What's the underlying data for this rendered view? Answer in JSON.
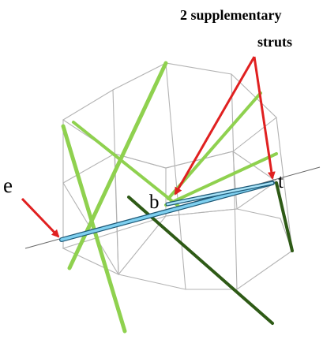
{
  "annotation": {
    "line1": "2  supplementary",
    "line2": "struts"
  },
  "point_labels": {
    "e": "e",
    "b": "b",
    "t": "t"
  },
  "colors": {
    "frame": "#b3b3b3",
    "light_strut": "#8fd14f",
    "dark_strut": "#2e5a16",
    "axis_strut": "#7fd0f0",
    "axis_line": "#666666",
    "arrow": "#e02020",
    "label": "#000000"
  }
}
